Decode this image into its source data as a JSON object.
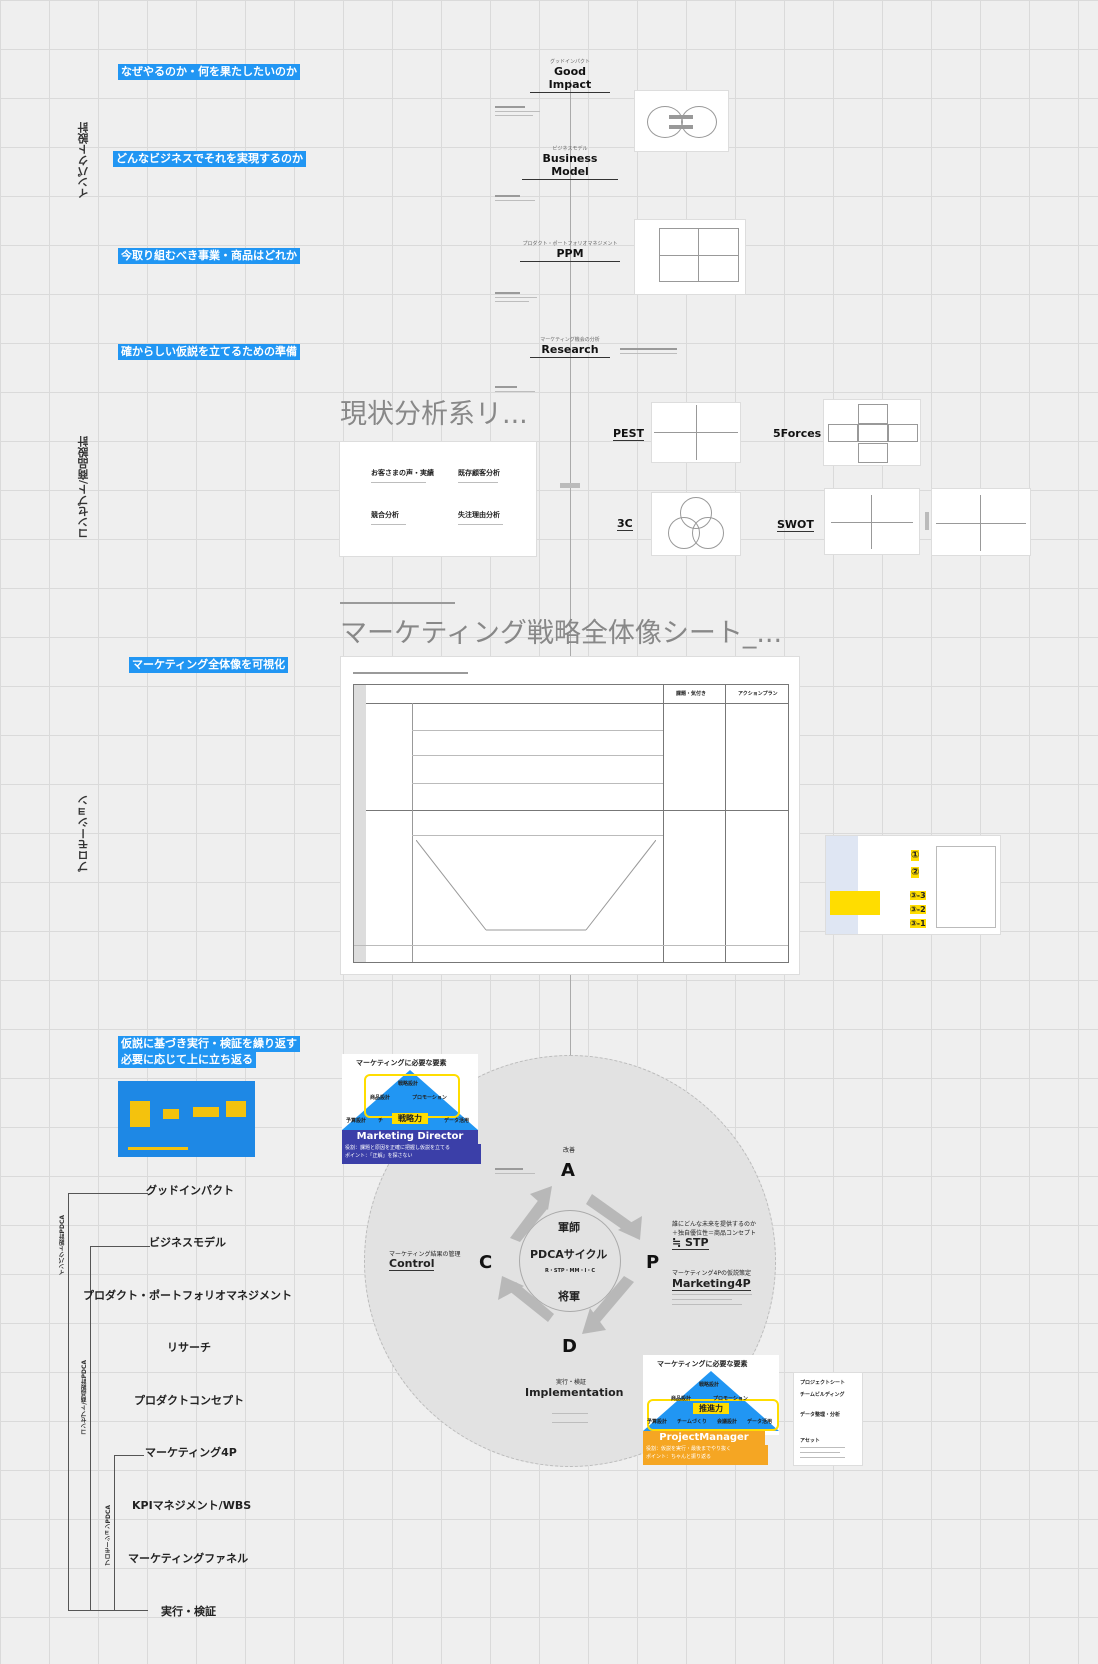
{
  "sections": {
    "impact": "インパクト設計",
    "concept": "コンセプト/商品設計",
    "promotion": "プロモーション"
  },
  "questions": {
    "q1": "なぜやるのか・何を果たしたいのか",
    "q2": "どんなビジネスでそれを実現するのか",
    "q3": "今取り組むべき事業・商品はどれか",
    "q4": "確からしい仮説を立てるための準備",
    "q5": "マーケティング全体像を可視化",
    "q6a": "仮説に基づき実行・検証を繰り返す",
    "q6b": "必要に応じて上に立ち返る"
  },
  "flow": {
    "n1": {
      "sub": "グッドインパクト",
      "title": "Good Impact"
    },
    "n2": {
      "sub": "ビジネスモデル",
      "title": "Business Model"
    },
    "n3": {
      "sub": "プロダクト・ポートフォリオマネジメント",
      "title": "PPM"
    },
    "n4": {
      "sub": "マーケティング機会の分析",
      "title": "Research"
    }
  },
  "analysis": {
    "title": "現状分析系リ...",
    "items": [
      "お客さまの声・実績",
      "既存顧客分析",
      "競合分析",
      "失注理由分析"
    ],
    "frameworks": [
      "PEST",
      "5Forces",
      "3C",
      "SWOT"
    ]
  },
  "strategy": {
    "title": "マーケティング戦略全体像シート_...",
    "col1": "課題・気付き",
    "col2": "アクションプラン"
  },
  "pdca": {
    "center": "PDCAサイクル",
    "center_sub": "R・STP・MM・I・C",
    "top_label": "軍師",
    "bottom_label": "将軍",
    "A": {
      "letter": "A",
      "sub": "改善"
    },
    "C": {
      "letter": "C",
      "sub": "マーケティング結果の管理",
      "title": "Control"
    },
    "P": {
      "letter": "P",
      "sub1": "誰にどんな未来を提供するのか",
      "sub2": "＋独自優位性＝商品コンセプト",
      "title1": "≒ STP",
      "sub3": "マーケティング4Pの仮説策定",
      "title2": "Marketing4P"
    },
    "D": {
      "letter": "D",
      "sub": "実行・検証",
      "title": "Implementation"
    }
  },
  "roles": {
    "director": {
      "header": "マーケティングに必要な要素",
      "power": "戦略力",
      "name": "Marketing Director",
      "desc1": "役割：課題と原因を正確に把握し仮説を立てる",
      "desc2": "ポイント：「正解」を探さない",
      "top": "戦略設計",
      "mid1": "商品設計",
      "mid2": "プロモーション",
      "b1": "予算設計",
      "b2": "チ",
      "b3": "データ活用"
    },
    "pm": {
      "header": "マーケティングに必要な要素",
      "power": "推進力",
      "name": "ProjectManager",
      "desc1": "役割：仮説を実行・最後までやり抜く",
      "desc2": "ポイント：ちゃんと振り返る",
      "top": "戦略設計",
      "mid1": "商品設計",
      "mid2": "プロモーション",
      "b1": "予算設計",
      "b2": "チームづくり",
      "b3": "会議設計",
      "b4": "データ活用"
    }
  },
  "pm_sheet": {
    "l1": "プロジェクトシート",
    "l2": "チームビルディング",
    "l3": "データ整理・分析",
    "l4": "アセット"
  },
  "checklist": [
    "①",
    "②",
    "③-3",
    "③-2",
    "③-1"
  ],
  "tree": {
    "items": [
      "グッドインパクト",
      "ビジネスモデル",
      "プロダクト・ポートフォリオマネジメント",
      "リサーチ",
      "プロダクトコンセプト",
      "マーケティング4P",
      "KPIマネジメント/WBS",
      "マーケティングファネル",
      "実行・検証"
    ],
    "g1": "インパクト設計PDCA",
    "g2": "コンセプト/商品設計PDCA",
    "g3": "プロモーションPDCA"
  },
  "colors": {
    "accent": "#2196f3",
    "yellow": "#ffdd00",
    "orange": "#f5a623",
    "navy": "#3b3fa8"
  }
}
